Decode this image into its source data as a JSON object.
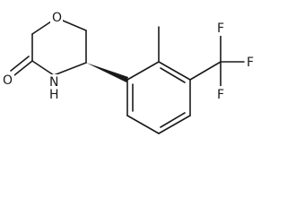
{
  "molecule": {
    "atoms": {
      "ring_oxygen": "O",
      "carbonyl_oxygen": "O",
      "amide_nitrogen": "N",
      "amide_hydrogen": "H",
      "fluorine_top": "F",
      "fluorine_right": "F",
      "fluorine_bottom": "F"
    }
  }
}
